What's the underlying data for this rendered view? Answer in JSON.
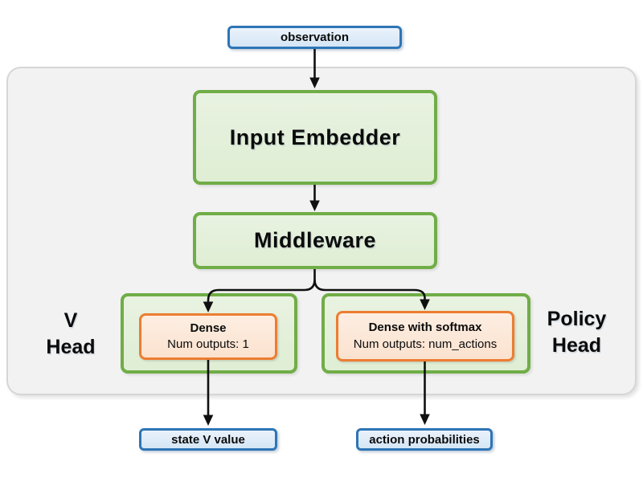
{
  "nodes": {
    "observation": {
      "label": "observation"
    },
    "input_embedder": {
      "label": "Input Embedder"
    },
    "middleware": {
      "label": "Middleware"
    },
    "v_head": {
      "label_line1": "V",
      "label_line2": "Head",
      "dense": {
        "title": "Dense",
        "subtitle": "Num outputs: 1"
      }
    },
    "policy_head": {
      "label_line1": "Policy",
      "label_line2": "Head",
      "dense": {
        "title": "Dense with softmax",
        "subtitle": "Num outputs: num_actions"
      }
    },
    "state_v_value": {
      "label": "state V value"
    },
    "action_probabilities": {
      "label": "action probabilities"
    }
  },
  "colors": {
    "io_box_border": "#2e75b6",
    "io_box_fill": "#dce9f7",
    "module_border": "#70ad47",
    "module_fill": "#e2efda",
    "layer_border": "#ed7d31",
    "layer_fill": "#fce4d6",
    "panel_fill": "#f2f2f2",
    "panel_border": "#d6d6d6",
    "arrow": "#101010"
  }
}
